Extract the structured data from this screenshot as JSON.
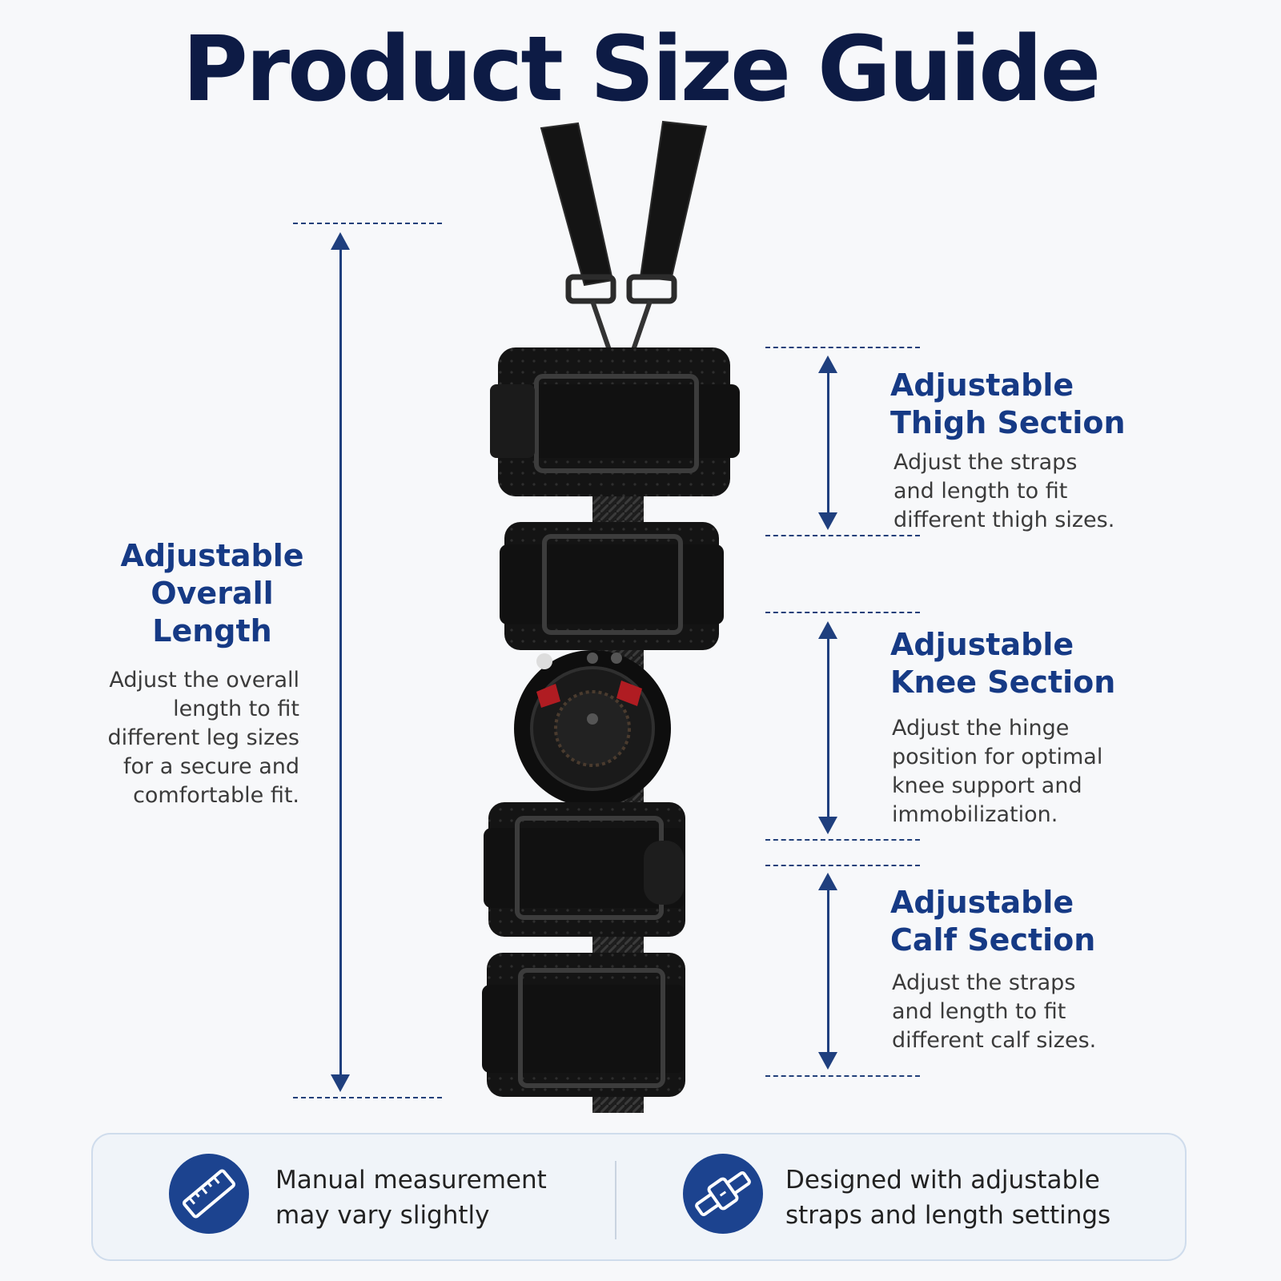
{
  "title": "Product Size Guide",
  "overall": {
    "heading_lines": [
      "Adjustable",
      "Overall",
      "Length"
    ],
    "desc_lines": [
      "Adjust the overall",
      "length to fit",
      "different leg sizes",
      "for a secure and",
      "comfortable fit."
    ]
  },
  "thigh": {
    "heading_lines": [
      "Adjustable",
      "Thigh Section"
    ],
    "desc_lines": [
      "Adjust the straps",
      "and length to fit",
      "different thigh sizes."
    ]
  },
  "knee": {
    "heading_lines": [
      "Adjustable",
      "Knee Section"
    ],
    "desc_lines": [
      "Adjust the hinge",
      "position for optimal",
      "knee support and",
      "immobilization."
    ]
  },
  "calf": {
    "heading_lines": [
      "Adjustable",
      "Calf Section"
    ],
    "desc_lines": [
      "Adjust the straps",
      "and length to fit",
      "different calf sizes."
    ]
  },
  "footer": {
    "left_lines": [
      "Manual measurement",
      "may vary slightly"
    ],
    "right_lines": [
      "Designed with adjustable",
      "straps and length settings"
    ],
    "left_icon": "ruler-icon",
    "right_icon": "strap-icon"
  },
  "colors": {
    "title": "#0d1b45",
    "heading": "#163a85",
    "accent": "#1f3f7e",
    "footer_bg": "#f0f4f9"
  }
}
